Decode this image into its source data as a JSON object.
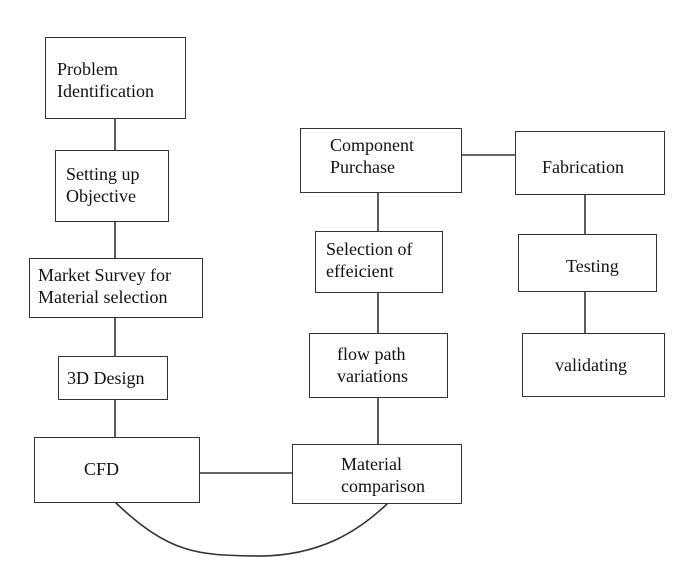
{
  "nodes": {
    "problem": "Problem\nIdentification",
    "objective": "Setting up\nObjective",
    "survey": "Market Survey for\nMaterial selection",
    "design": "3D Design",
    "cfd": "CFD",
    "material": "Material\ncomparison",
    "flow": "flow path\nvariations",
    "selection": "Selection of\neffeicient",
    "purchase": "Component\nPurchase",
    "fabrication": "Fabrication",
    "testing": "Testing",
    "validating": "validating"
  }
}
